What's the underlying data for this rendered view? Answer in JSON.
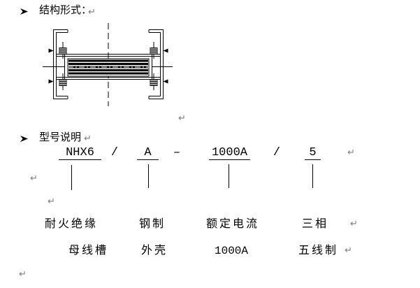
{
  "document": {
    "background": "#ffffff",
    "ink_color": "#000000",
    "formatting_mark_color": "#7d7d7d",
    "paragraph_mark": "↵"
  },
  "sections": {
    "structure": {
      "bullet_icon": "arrowhead-bullet",
      "title": "结构形式："
    },
    "model": {
      "bullet_icon": "arrowhead-bullet",
      "title": "型号说明"
    }
  },
  "diagram": {
    "description": "busway cross-section engineering drawing: two C-channel brackets facing each other, bolted top and bottom, enclosing a stacked conductor busbar with dash-dot centerlines"
  },
  "model_line": {
    "full_code": "NHX6 / A – 1000A / 5",
    "segments": [
      {
        "text": "NHX6",
        "underlined": true
      },
      {
        "text": "/",
        "underlined": false
      },
      {
        "text": "A",
        "underlined": true
      },
      {
        "text": "–",
        "underlined": false
      },
      {
        "text": "1000A",
        "underlined": true
      },
      {
        "text": "/",
        "underlined": false
      },
      {
        "text": "5",
        "underlined": true
      }
    ]
  },
  "legend": {
    "columns": [
      {
        "line1": "耐火绝缘",
        "line2": "母线槽"
      },
      {
        "line1": "钢制",
        "line2": "外壳"
      },
      {
        "line1": "额定电流",
        "line2": "1000A"
      },
      {
        "line1": "三相",
        "line2": "五线制"
      }
    ]
  }
}
